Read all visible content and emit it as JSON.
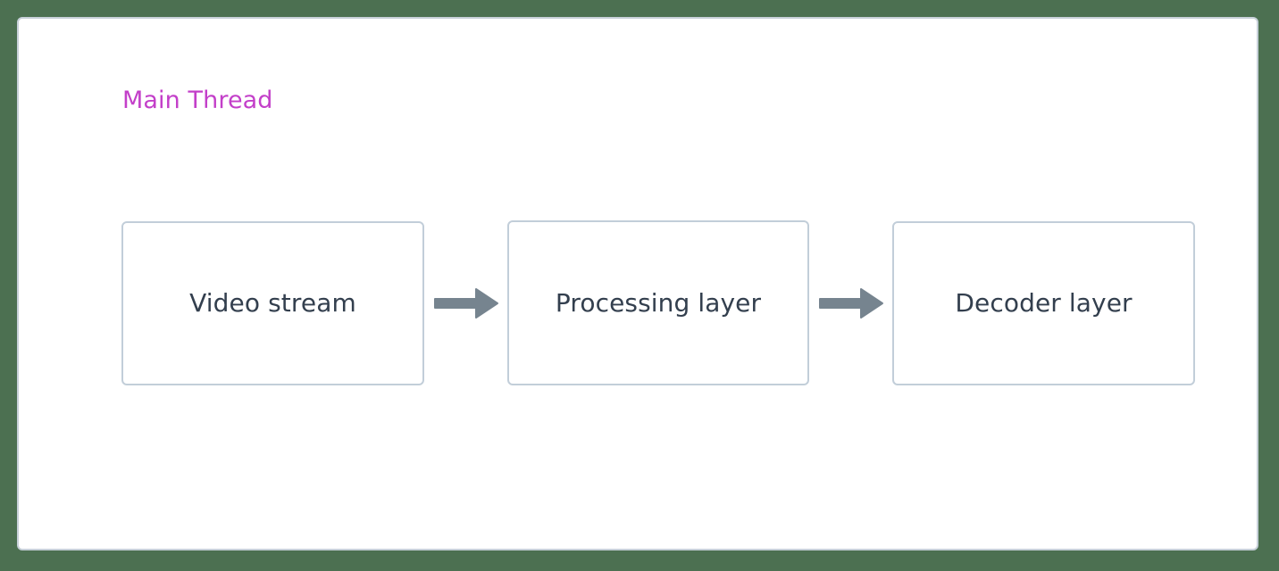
{
  "diagram": {
    "type": "flowchart",
    "direction": "left-to-right",
    "background_color": "#4c7051",
    "cluster": {
      "title": "Main Thread",
      "title_color": "#c33fc9",
      "background_color": "#ffffff",
      "border_color": "#c7d0d9"
    },
    "node_style": {
      "shape": "rounded-rectangle",
      "fill": "#ffffff",
      "border_color": "#c2ced9",
      "text_color": "#333f4e"
    },
    "edge_style": {
      "color": "#76848f",
      "arrowhead": "filled-triangle"
    },
    "nodes": [
      {
        "id": "video-stream",
        "label": "Video stream"
      },
      {
        "id": "processing-layer",
        "label": "Processing layer"
      },
      {
        "id": "decoder-layer",
        "label": "Decoder layer"
      }
    ],
    "edges": [
      {
        "id": "edge-1",
        "from": "video-stream",
        "to": "processing-layer",
        "label": ""
      },
      {
        "id": "edge-2",
        "from": "processing-layer",
        "to": "decoder-layer",
        "label": ""
      }
    ]
  }
}
